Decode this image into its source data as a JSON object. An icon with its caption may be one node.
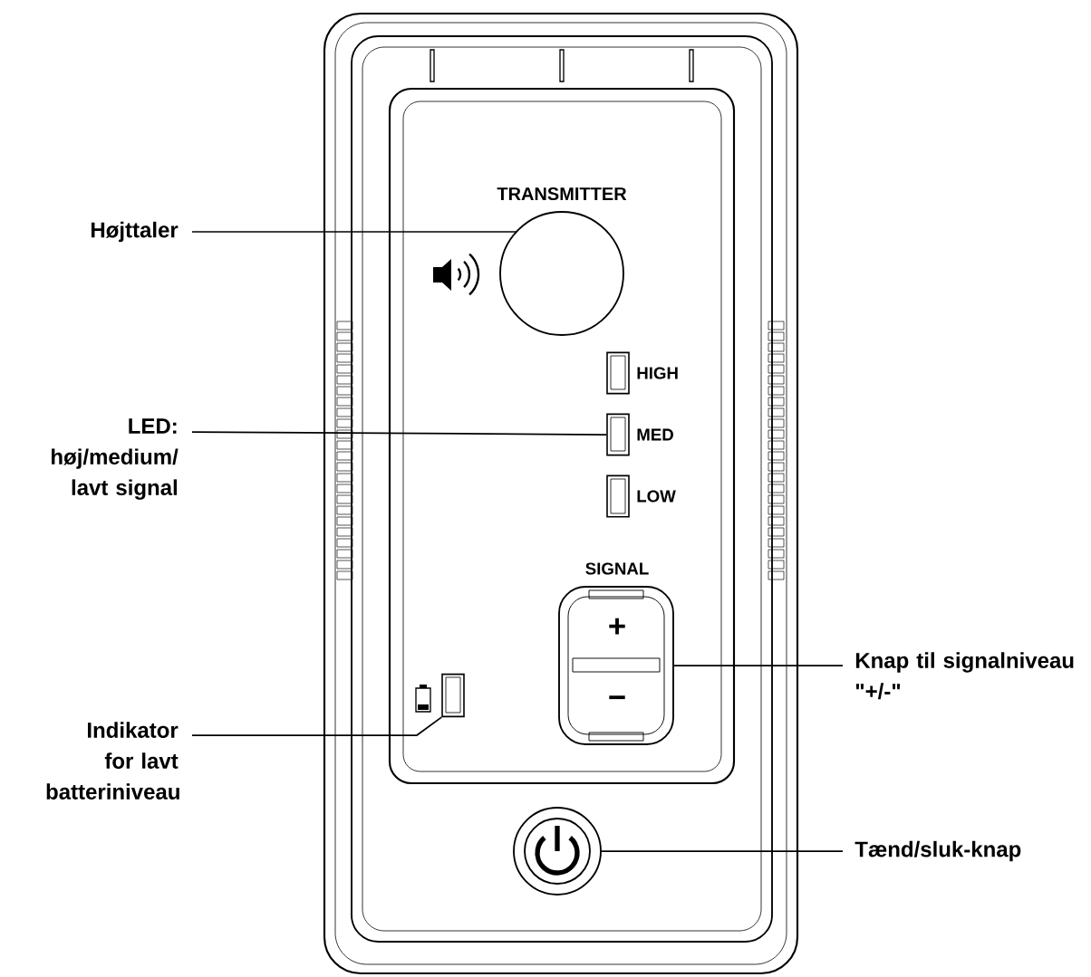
{
  "diagram": {
    "nodes": [
      {
        "text": [
          "Højttaler"
        ]
      },
      {
        "text": [],
        "shape": "circle"
      },
      {
        "text": [
          "LED: høj/medium/ lavt signal"
        ]
      },
      {
        "text": [],
        "shape": "box",
        "beside": [
          "HIGH"
        ]
      },
      {
        "text": [],
        "shape": "box",
        "beside": [
          "MED"
        ]
      },
      {
        "text": [],
        "shape": "box",
        "beside": [
          "LOW"
        ]
      },
      {
        "text": [
          "Knap til signalniveau \"+/-\""
        ]
      },
      {
        "text": [
          "SIGNAL",
          "+",
          "−"
        ]
      },
      {
        "text": [
          "Indikator for lavt batteriniveau"
        ]
      },
      {
        "text": [],
        "shape": "box"
      },
      {
        "text": [
          "Tænd/sluk-knap"
        ]
      },
      {
        "text": [],
        "shape": "circle"
      }
    ],
    "edges": [
      {
        "from": 0,
        "to": 1,
        "arrow": "none"
      },
      {
        "from": 2,
        "to": 4,
        "arrow": "none"
      },
      {
        "from": 6,
        "to": 7,
        "arrow": "none"
      },
      {
        "from": 8,
        "to": 9,
        "arrow": "none"
      },
      {
        "from": 10,
        "to": 11,
        "arrow": "none"
      }
    ],
    "labels": [
      "TRANSMITTER"
    ]
  }
}
